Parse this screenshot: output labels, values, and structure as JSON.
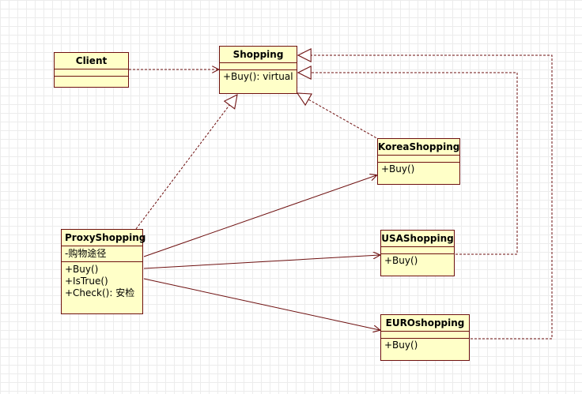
{
  "diagram": {
    "classes": {
      "client": {
        "name": "Client",
        "attributes": [],
        "operations": []
      },
      "shopping": {
        "name": "Shopping",
        "attributes": [],
        "operations": [
          "+Buy(): virtual"
        ]
      },
      "korea": {
        "name": "KoreaShopping",
        "attributes": [],
        "operations": [
          "+Buy()"
        ]
      },
      "usa": {
        "name": "USAShopping",
        "attributes": [],
        "operations": [
          "+Buy()"
        ]
      },
      "euro": {
        "name": "EUROshopping",
        "attributes": [],
        "operations": [
          "+Buy()"
        ]
      },
      "proxy": {
        "name": "ProxyShopping",
        "attributes": [
          "-购物途径"
        ],
        "operations": [
          "+Buy()",
          "+IsTrue()",
          "+Check(): 安检"
        ]
      }
    },
    "relationships": [
      {
        "type": "dependency",
        "from": "Client",
        "to": "Shopping"
      },
      {
        "type": "realization",
        "from": "ProxyShopping",
        "to": "Shopping"
      },
      {
        "type": "realization",
        "from": "KoreaShopping",
        "to": "Shopping"
      },
      {
        "type": "realization",
        "from": "USAShopping",
        "to": "Shopping"
      },
      {
        "type": "realization",
        "from": "EUROshopping",
        "to": "Shopping"
      },
      {
        "type": "association",
        "from": "ProxyShopping",
        "to": "KoreaShopping"
      },
      {
        "type": "association",
        "from": "ProxyShopping",
        "to": "USAShopping"
      },
      {
        "type": "association",
        "from": "ProxyShopping",
        "to": "EUROshopping"
      }
    ],
    "colors": {
      "class_fill": "#ffffc8",
      "class_border": "#6e1010",
      "line": "#6e1010",
      "grid": "#ececec"
    }
  }
}
